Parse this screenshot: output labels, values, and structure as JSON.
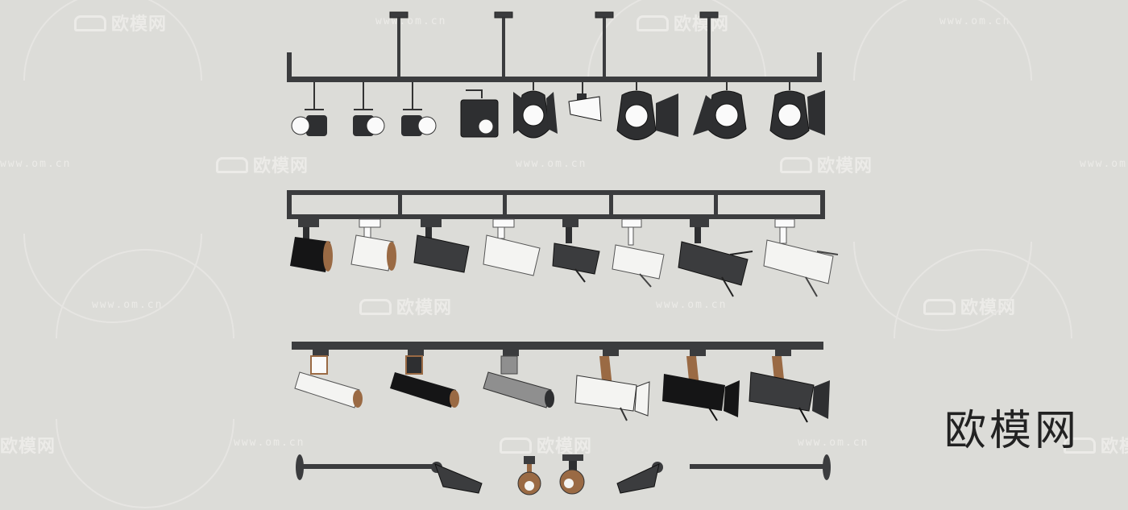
{
  "image": {
    "description_free": true,
    "background_color": "#dcdcd8",
    "fixture_dark_color": "#3b3c3e",
    "fixture_light_color": "#f4f4f2",
    "copper_accent_color": "#9a6a44"
  },
  "watermark": {
    "brand_text": "欧模网",
    "url_text": "www.om.cn"
  },
  "brand_label": "欧模网"
}
